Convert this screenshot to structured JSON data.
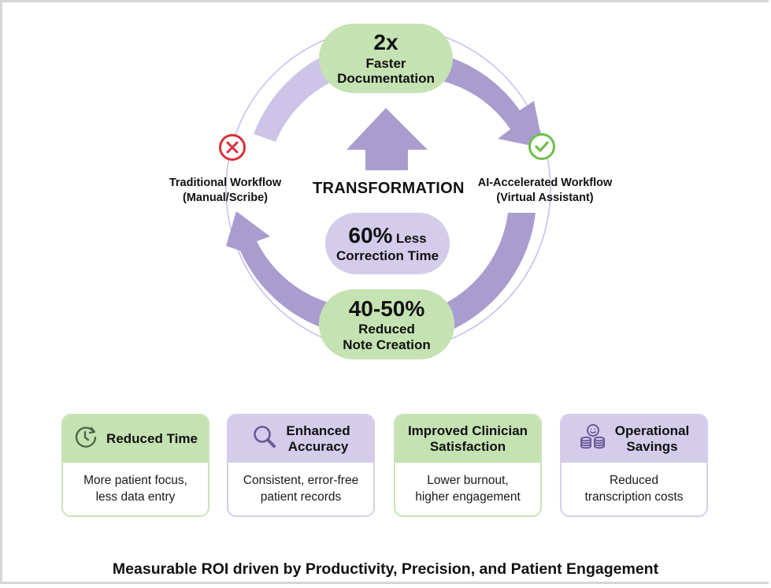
{
  "colors": {
    "green_fill": "#c5e2b2",
    "purple_fill": "#d4cceb",
    "arrow_purple": "#a99dcf",
    "arrow_light": "#cdc5e8",
    "ring": "#c4bbe8",
    "x_red": "#d9303a",
    "check_green": "#6cc04a"
  },
  "cycle": {
    "top_metric": {
      "value": "2x",
      "label_line1": "Faster",
      "label_line2": "Documentation"
    },
    "bottom_metric": {
      "value": "40-50%",
      "label_line1": "Reduced",
      "label_line2": "Note Creation"
    },
    "center_metric": {
      "value": "60%",
      "label_inline": "Less",
      "label_line2": "Correction Time"
    },
    "center_title": "TRANSFORMATION",
    "left_state": {
      "icon": "x-circle-icon",
      "line1": "Traditional Workflow",
      "line2": "(Manual/Scribe)"
    },
    "right_state": {
      "icon": "check-circle-icon",
      "line1": "AI-Accelerated Workflow",
      "line2": "(Virtual Assistant)"
    }
  },
  "cards": [
    {
      "icon": "clock-refresh-icon",
      "title_line1": "Reduced Time",
      "title_line2": "",
      "body_line1": "More patient focus,",
      "body_line2": "less data entry"
    },
    {
      "icon": "magnifier-icon",
      "title_line1": "Enhanced",
      "title_line2": "Accuracy",
      "body_line1": "Consistent, error-free",
      "body_line2": "patient records"
    },
    {
      "icon": "",
      "title_line1": "Improved Clinician",
      "title_line2": "Satisfaction",
      "body_line1": "Lower burnout,",
      "body_line2": "higher engagement"
    },
    {
      "icon": "smiley-coins-icon",
      "title_line1": "Operational",
      "title_line2": "Savings",
      "body_line1": "Reduced",
      "body_line2": "transcription costs"
    }
  ],
  "footer": "Measurable ROI driven by Productivity, Precision, and Patient Engagement"
}
